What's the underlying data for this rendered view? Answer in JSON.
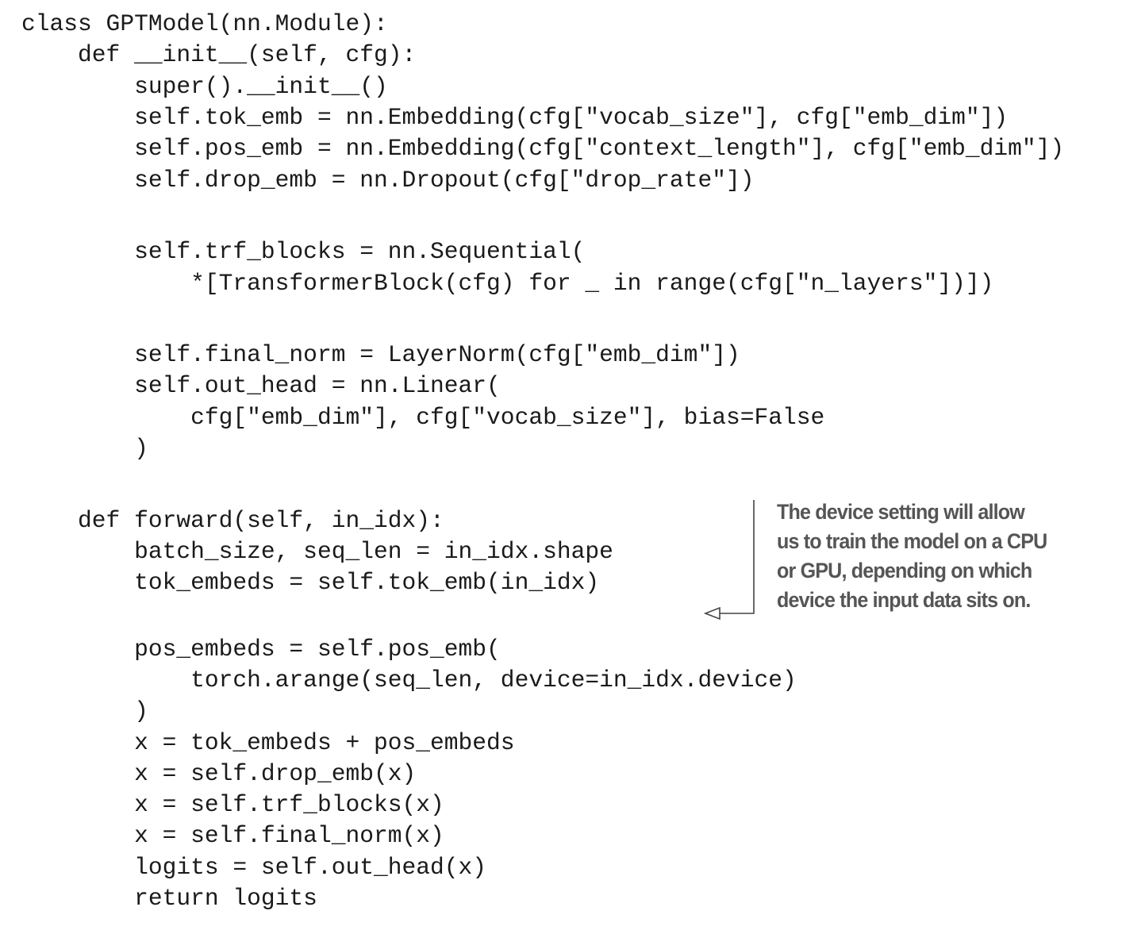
{
  "code": {
    "lines": [
      "class GPTModel(nn.Module):",
      "    def __init__(self, cfg):",
      "        super().__init__()",
      "        self.tok_emb = nn.Embedding(cfg[\"vocab_size\"], cfg[\"emb_dim\"])",
      "        self.pos_emb = nn.Embedding(cfg[\"context_length\"], cfg[\"emb_dim\"])",
      "        self.drop_emb = nn.Dropout(cfg[\"drop_rate\"])",
      "",
      "        self.trf_blocks = nn.Sequential(",
      "            *[TransformerBlock(cfg) for _ in range(cfg[\"n_layers\"])])",
      "",
      "        self.final_norm = LayerNorm(cfg[\"emb_dim\"])",
      "        self.out_head = nn.Linear(",
      "            cfg[\"emb_dim\"], cfg[\"vocab_size\"], bias=False",
      "        )",
      "",
      "    def forward(self, in_idx):",
      "        batch_size, seq_len = in_idx.shape",
      "        tok_embeds = self.tok_emb(in_idx)",
      "",
      "        pos_embeds = self.pos_emb(",
      "            torch.arange(seq_len, device=in_idx.device)",
      "        )",
      "        x = tok_embeds + pos_embeds",
      "        x = self.drop_emb(x)",
      "        x = self.trf_blocks(x)",
      "        x = self.final_norm(x)",
      "        logits = self.out_head(x)",
      "        return logits"
    ]
  },
  "annotation": {
    "lines": [
      "The device setting will allow",
      "us to train the model on a CPU",
      "or GPU, depending on which",
      "device the input data sits on."
    ]
  },
  "colors": {
    "code_text": "#1a1a1a",
    "annotation_text": "#555555",
    "callout_line": "#444444"
  }
}
